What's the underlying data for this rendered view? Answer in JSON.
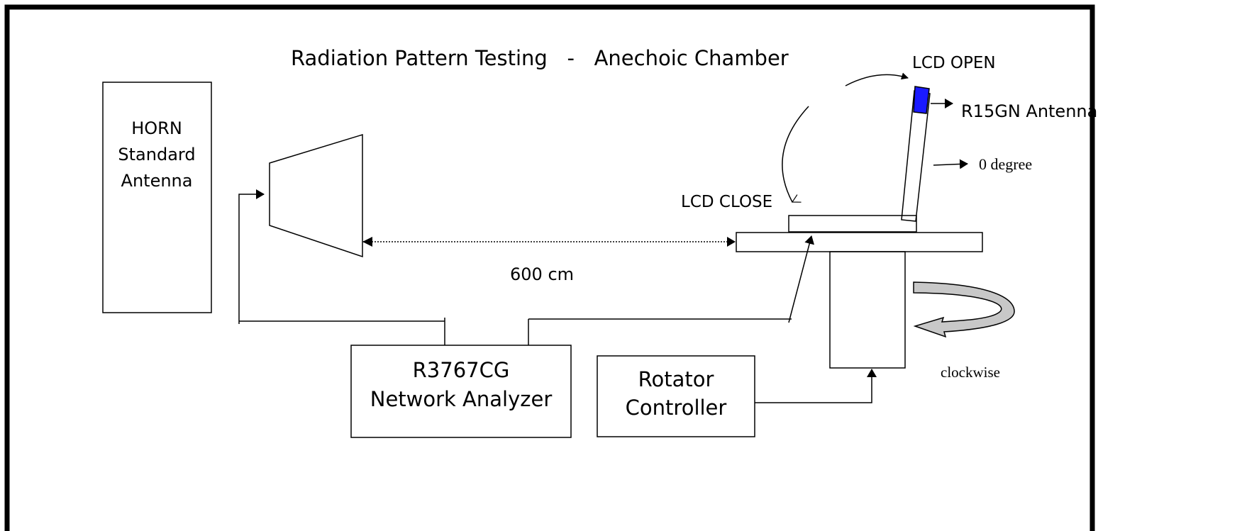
{
  "title": "Radiation Pattern Testing   -   Anechoic Chamber",
  "horn": {
    "line1": "HORN",
    "line2": "Standard",
    "line3": "Antenna"
  },
  "labels": {
    "lcd_open": "LCD OPEN",
    "lcd_close": "LCD CLOSE",
    "antenna": "R15GN Antenna",
    "zero_degree": "0 degree",
    "distance": "600 cm",
    "clockwise": "clockwise"
  },
  "analyzer": {
    "line1": "R3767CG",
    "line2": "Network Analyzer"
  },
  "rotator": {
    "line1": "Rotator",
    "line2": "Controller"
  },
  "colors": {
    "antenna_fill": "#1a1aff",
    "rotation_arrow_fill": "#c8c8c8",
    "stroke": "#000000"
  }
}
